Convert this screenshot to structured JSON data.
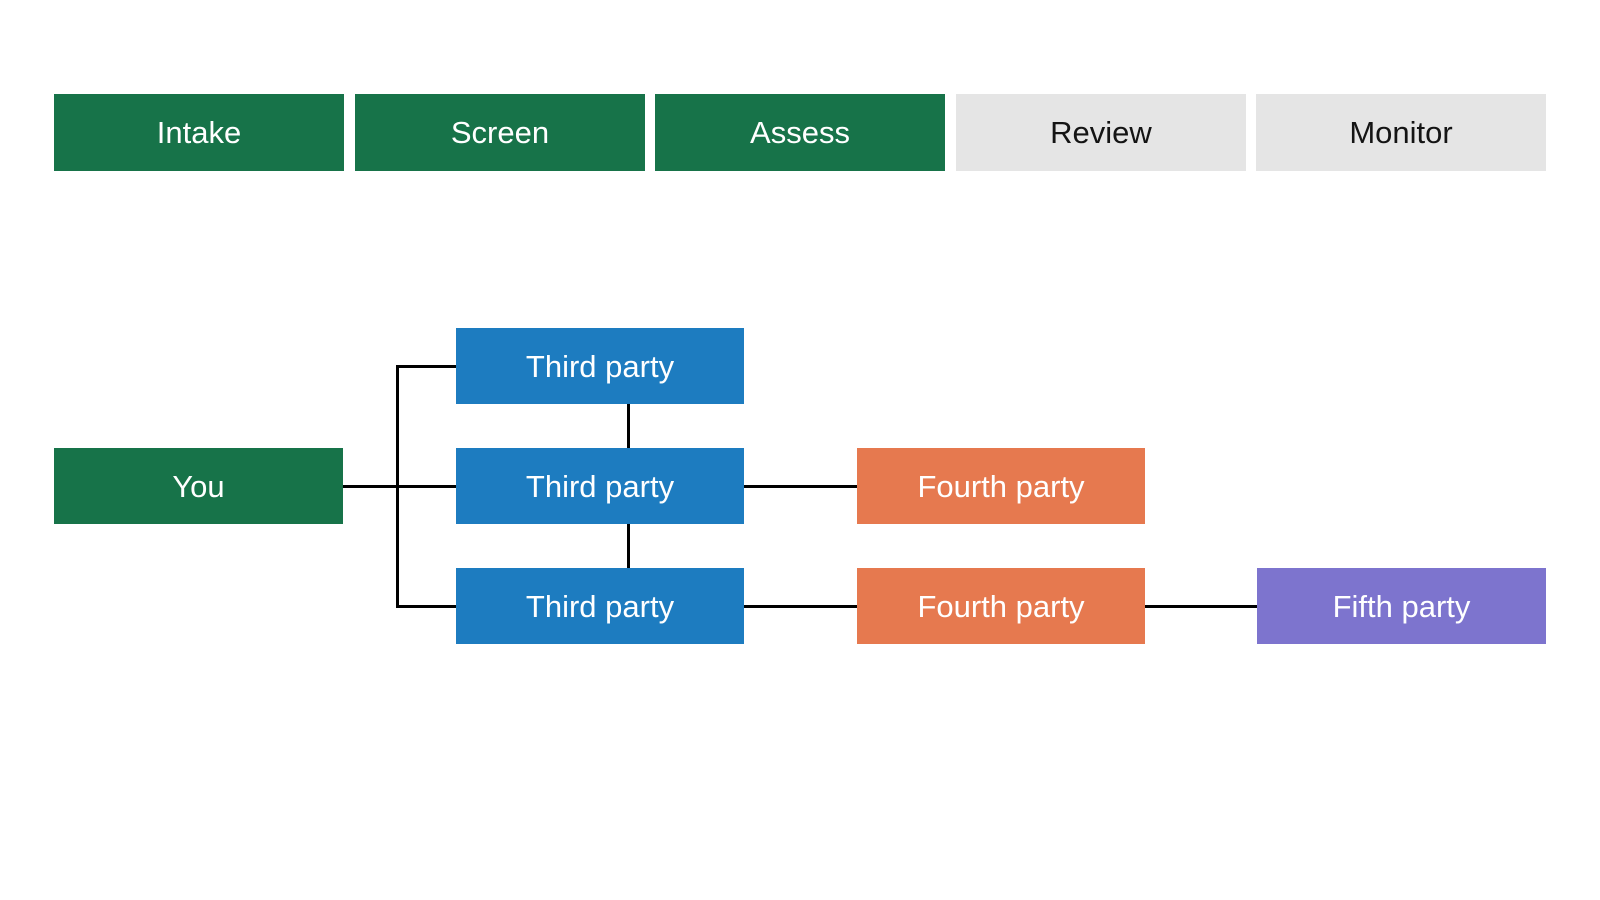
{
  "colors": {
    "green": "#177349",
    "blue": "#1d7cc0",
    "orange": "#e6794f",
    "purple": "#7d74ce",
    "gray": "#e5e5e5",
    "line": "#000000",
    "text_light": "#ffffff",
    "text_dark": "#141414"
  },
  "process_bar": {
    "steps": [
      {
        "label": "Intake",
        "state": "complete"
      },
      {
        "label": "Screen",
        "state": "complete"
      },
      {
        "label": "Assess",
        "state": "complete"
      },
      {
        "label": "Review",
        "state": "upcoming"
      },
      {
        "label": "Monitor",
        "state": "upcoming"
      }
    ]
  },
  "diagram": {
    "nodes": [
      {
        "id": "you",
        "label": "You",
        "color": "green",
        "col": 0,
        "row": 1
      },
      {
        "id": "third-party-1",
        "label": "Third party",
        "color": "blue",
        "col": 1,
        "row": 0
      },
      {
        "id": "third-party-2",
        "label": "Third party",
        "color": "blue",
        "col": 1,
        "row": 1
      },
      {
        "id": "third-party-3",
        "label": "Third party",
        "color": "blue",
        "col": 1,
        "row": 2
      },
      {
        "id": "fourth-party-1",
        "label": "Fourth party",
        "color": "orange",
        "col": 2,
        "row": 1
      },
      {
        "id": "fourth-party-2",
        "label": "Fourth party",
        "color": "orange",
        "col": 2,
        "row": 2
      },
      {
        "id": "fifth-party-1",
        "label": "Fifth party",
        "color": "purple",
        "col": 3,
        "row": 2
      }
    ],
    "edges": [
      {
        "type": "bus",
        "from": "you",
        "to": [
          "third-party-1",
          "third-party-2",
          "third-party-3"
        ]
      },
      {
        "type": "v",
        "from": "third-party-1",
        "to": "third-party-2"
      },
      {
        "type": "v",
        "from": "third-party-2",
        "to": "third-party-3"
      },
      {
        "type": "h",
        "from": "third-party-2",
        "to": "fourth-party-1"
      },
      {
        "type": "h",
        "from": "third-party-3",
        "to": "fourth-party-2"
      },
      {
        "type": "h",
        "from": "fourth-party-2",
        "to": "fifth-party-1"
      }
    ]
  }
}
